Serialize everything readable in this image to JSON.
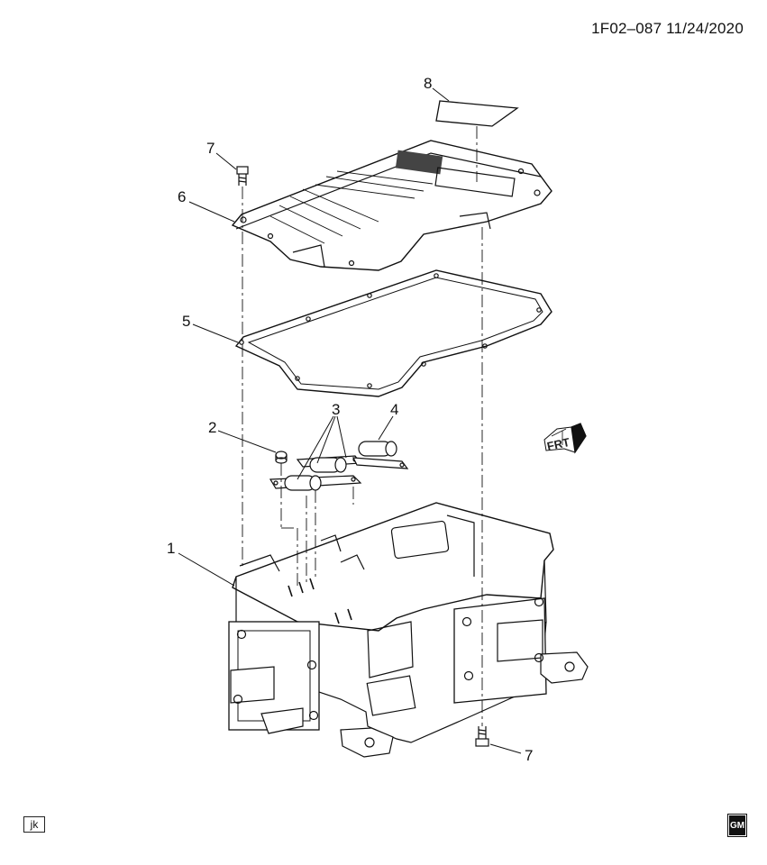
{
  "header": {
    "code": "1F02–087  11/24/2020"
  },
  "callouts": [
    {
      "id": "c1",
      "label": "1"
    },
    {
      "id": "c2",
      "label": "2"
    },
    {
      "id": "c3",
      "label": "3"
    },
    {
      "id": "c4",
      "label": "4"
    },
    {
      "id": "c5",
      "label": "5"
    },
    {
      "id": "c6",
      "label": "6"
    },
    {
      "id": "c7a",
      "label": "7"
    },
    {
      "id": "c7b",
      "label": "7"
    },
    {
      "id": "c8",
      "label": "8"
    }
  ],
  "front_indicator": {
    "label": "FRT"
  },
  "footer": {
    "tag": "jk",
    "logo": "GM"
  }
}
